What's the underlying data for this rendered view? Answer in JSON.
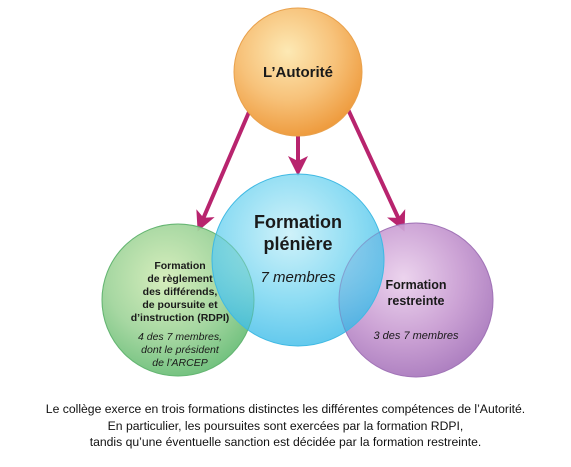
{
  "colors": {
    "arrow": "#b8246e",
    "autorite_fill": "#f5b562",
    "pleniere_fill": "#48c8ee",
    "rdpi_fill": "#7fc98a",
    "restreinte_fill": "#b786c4"
  },
  "autorite": {
    "label": "L’Autorité"
  },
  "pleniere": {
    "title_line1": "Formation",
    "title_line2": "plénière",
    "members": "7 membres"
  },
  "rdpi": {
    "line1": "Formation",
    "line2": "de règlement",
    "line3": "des différends,",
    "line4": "de poursuite et",
    "line5": "d’instruction (RDPI)",
    "members_line1": "4 des 7 membres,",
    "members_line2": "dont le président",
    "members_line3": "de l’ARCEP"
  },
  "restreinte": {
    "line1": "Formation",
    "line2": "restreinte",
    "members": "3 des 7 membres"
  },
  "caption": {
    "line1": "Le collège exerce en trois formations distinctes les différentes compétences de l’Autorité.",
    "line2": "En particulier, les poursuites sont exercées par la formation RDPI,",
    "line3": "tandis qu’une éventuelle sanction est décidée par la formation restreinte."
  }
}
